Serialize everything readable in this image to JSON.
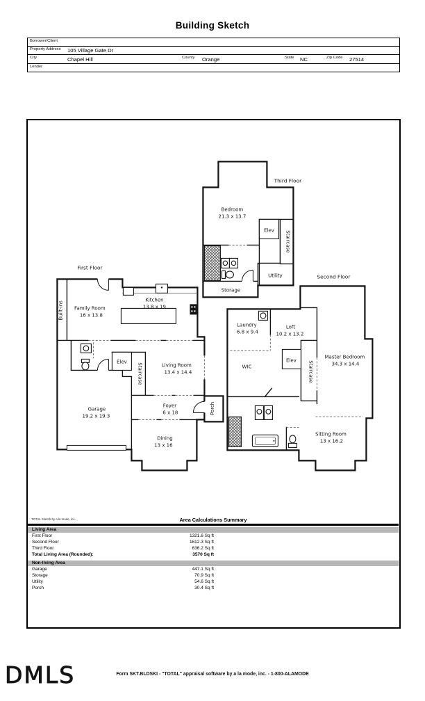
{
  "title": "Building Sketch",
  "form": {
    "borrower_label": "Borrower/Client",
    "property_label": "Property Address",
    "property_value": "105 Village Gate Dr",
    "city_label": "City",
    "city_value": "Chapel Hill",
    "county_label": "County",
    "county_value": "Orange",
    "state_label": "State",
    "state_value": "NC",
    "zip_label": "Zip Code",
    "zip_value": "27514",
    "lender_label": "Lender"
  },
  "plan": {
    "first_title": "First Floor",
    "second_title": "Second Floor",
    "third_title": "Third Floor",
    "elev": "Elev",
    "staircase": "Staircase",
    "utility": "Utility",
    "storage": "Storage",
    "builtins": "Built-ins",
    "porch": "Porch",
    "wic": "WIC",
    "bedroom": {
      "name": "Bedroom",
      "dims": "21.3 x 13.7"
    },
    "family": {
      "name": "Family Room",
      "dims": "16 x 13.8"
    },
    "kitchen": {
      "name": "Kitchen",
      "dims": "13.8 x 19"
    },
    "living": {
      "name": "Living Room",
      "dims": "13.4 x 14.4"
    },
    "garage": {
      "name": "Garage",
      "dims": "19.2 x 19.3"
    },
    "foyer": {
      "name": "Foyer",
      "dims": "6 x 18"
    },
    "dining": {
      "name": "Dining",
      "dims": "13 x 16"
    },
    "laundry": {
      "name": "Laundry",
      "dims": "6.8 x 9.4"
    },
    "loft": {
      "name": "Loft",
      "dims": "10.2 x 13.2"
    },
    "master": {
      "name": "Master Bedroom",
      "dims": "34.3 x 14.4"
    },
    "sitting": {
      "name": "Sitting Room",
      "dims": "13 x 16.2"
    }
  },
  "summary": {
    "watermark": "TOTAL Sketch by a la mode, inc.",
    "header": "Area Calculations Summary",
    "living_header": "Living Area",
    "living_rows": [
      {
        "label": "First Floor",
        "value": "1321.6 Sq ft"
      },
      {
        "label": "Second Floor",
        "value": "1612.3 Sq ft"
      },
      {
        "label": "Third Floor",
        "value": "636.2 Sq ft"
      }
    ],
    "total_label": "Total Living Area (Rounded):",
    "total_value": "3570 Sq ft",
    "nonliving_header": "Non-living Area",
    "nonliving_rows": [
      {
        "label": "Garage",
        "value": "447.1 Sq ft"
      },
      {
        "label": "Storage",
        "value": "70.9 Sq ft"
      },
      {
        "label": "Utility",
        "value": "54.6 Sq ft"
      },
      {
        "label": "Porch",
        "value": "30.4 Sq ft"
      }
    ]
  },
  "footer": {
    "logo": "DMLS",
    "form_line": "Form SKT.BLDSKI - \"TOTAL\" appraisal software by a la mode, inc. - 1-800-ALAMODE"
  }
}
